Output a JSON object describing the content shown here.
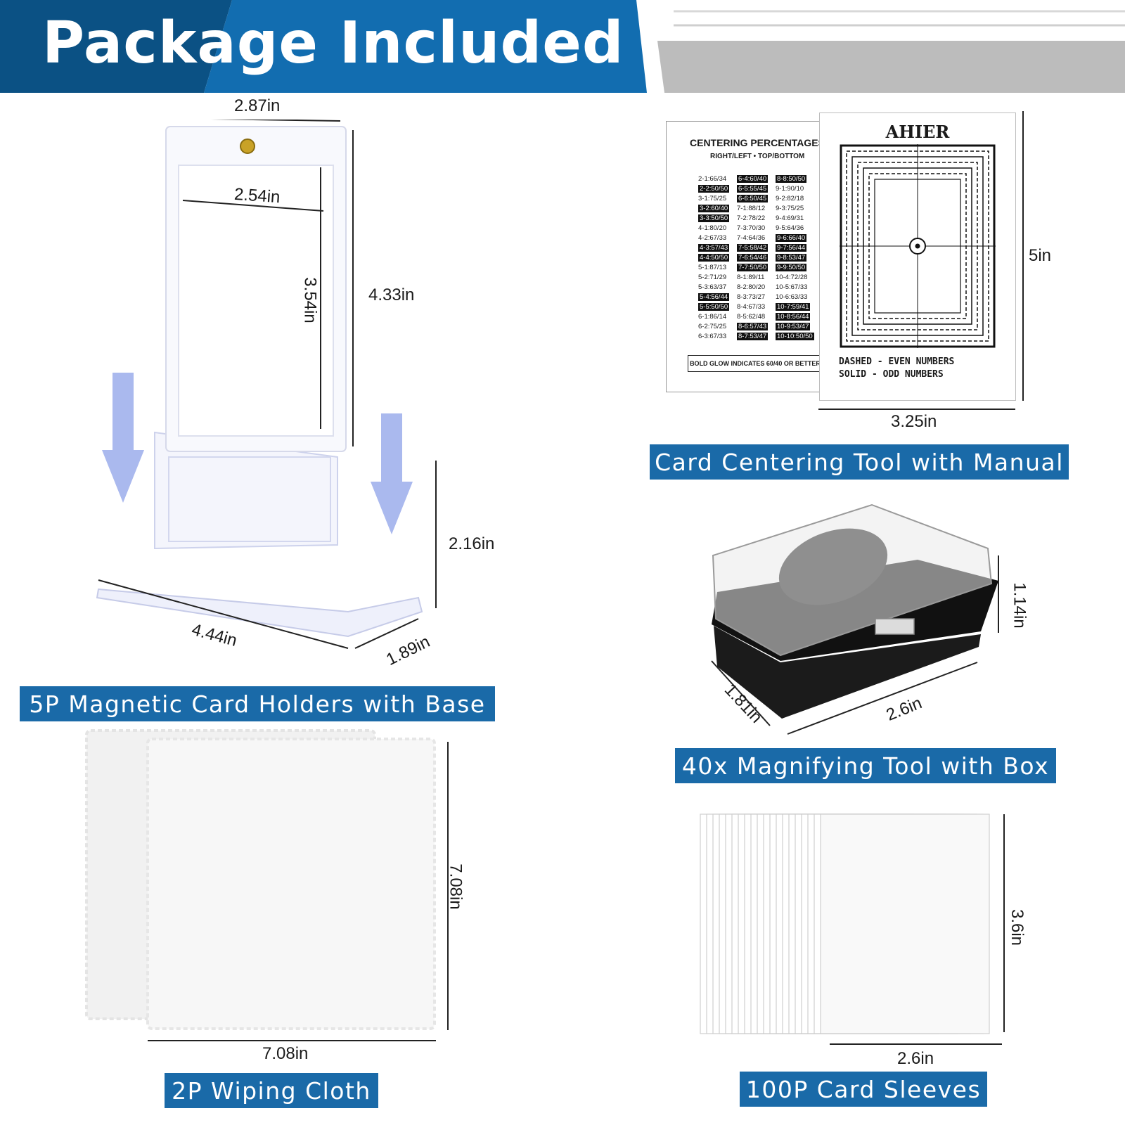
{
  "header": {
    "title": "Package Included",
    "colors": {
      "dark_blue": "#0b5184",
      "blue": "#126db0",
      "gray": "#bcbcbc"
    }
  },
  "holder": {
    "label": "5P Magnetic Card Holders with Base",
    "dims": {
      "width": "2.87in",
      "inner_width": "2.54in",
      "inner_height": "3.54in",
      "height": "4.33in",
      "base_height": "2.16in",
      "base_length": "4.44in",
      "base_depth": "1.89in"
    }
  },
  "centering": {
    "label": "Card Centering Tool with Manual",
    "dims": {
      "height": "5in",
      "width": "3.25in"
    },
    "manual": {
      "title": "CENTERING PERCENTAGES",
      "subtitle": "RIGHT/LEFT • TOP/BOTTOM",
      "footer": "BOLD GLOW INDICATES 60/40 OR BETTER",
      "columns": [
        [
          "2-1:66/34",
          "2-2:50/50",
          "3-1:75/25",
          "3-2:60/40",
          "3-3:50/50",
          "4-1:80/20",
          "4-2:67/33",
          "4-3:57/43",
          "4-4:50/50",
          "5-1:87/13",
          "5-2:71/29",
          "5-3:63/37",
          "5-4:56/44",
          "5-5:50/50",
          "6-1:86/14",
          "6-2:75/25",
          "6-3:67/33"
        ],
        [
          "6-4:60/40",
          "6-5:55/45",
          "6-6:50/45",
          "7-1:88/12",
          "7-2:78/22",
          "7-3:70/30",
          "7-4:64/36",
          "7-5:58/42",
          "7-6:54/46",
          "7-7:50/50",
          "8-1:89/11",
          "8-2:80/20",
          "8-3:73/27",
          "8-4:67/33",
          "8-5:62/48",
          "8-6:57/43",
          "8-7:53/47"
        ],
        [
          "8-8:50/50",
          "9-1:90/10",
          "9-2:82/18",
          "9-3:75/25",
          "9-4:69/31",
          "9-5:64/36",
          "9-6:66/40",
          "9-7:56/44",
          "9-8:53/47",
          "9-9:50/50",
          "10-4:72/28",
          "10-5:67/33",
          "10-6:63/33",
          "10-7:59/41",
          "10-8:56/44",
          "10-9:53/47",
          "10-10:50/50"
        ]
      ],
      "highlighted": [
        [
          false,
          true,
          false,
          true,
          true,
          false,
          false,
          true,
          true,
          false,
          false,
          false,
          true,
          true,
          false,
          false,
          false
        ],
        [
          true,
          true,
          true,
          false,
          false,
          false,
          false,
          true,
          true,
          true,
          false,
          false,
          false,
          false,
          false,
          true,
          true
        ],
        [
          true,
          false,
          false,
          false,
          false,
          false,
          true,
          true,
          true,
          true,
          false,
          false,
          false,
          true,
          true,
          true,
          true
        ]
      ]
    },
    "card": {
      "brand": "AHIER",
      "legend_line1": "DASHED - EVEN NUMBERS",
      "legend_line2": "SOLID - ODD NUMBERS"
    }
  },
  "magnifier": {
    "label": "40x Magnifying Tool with Box",
    "dims": {
      "height": "1.14in",
      "depth": "1.81in",
      "length": "2.6in"
    }
  },
  "cloth": {
    "label": "2P Wiping Cloth",
    "dims": {
      "height": "7.08in",
      "width": "7.08in"
    }
  },
  "sleeves": {
    "label": "100P Card Sleeves",
    "dims": {
      "height": "3.6in",
      "width": "2.6in"
    }
  }
}
